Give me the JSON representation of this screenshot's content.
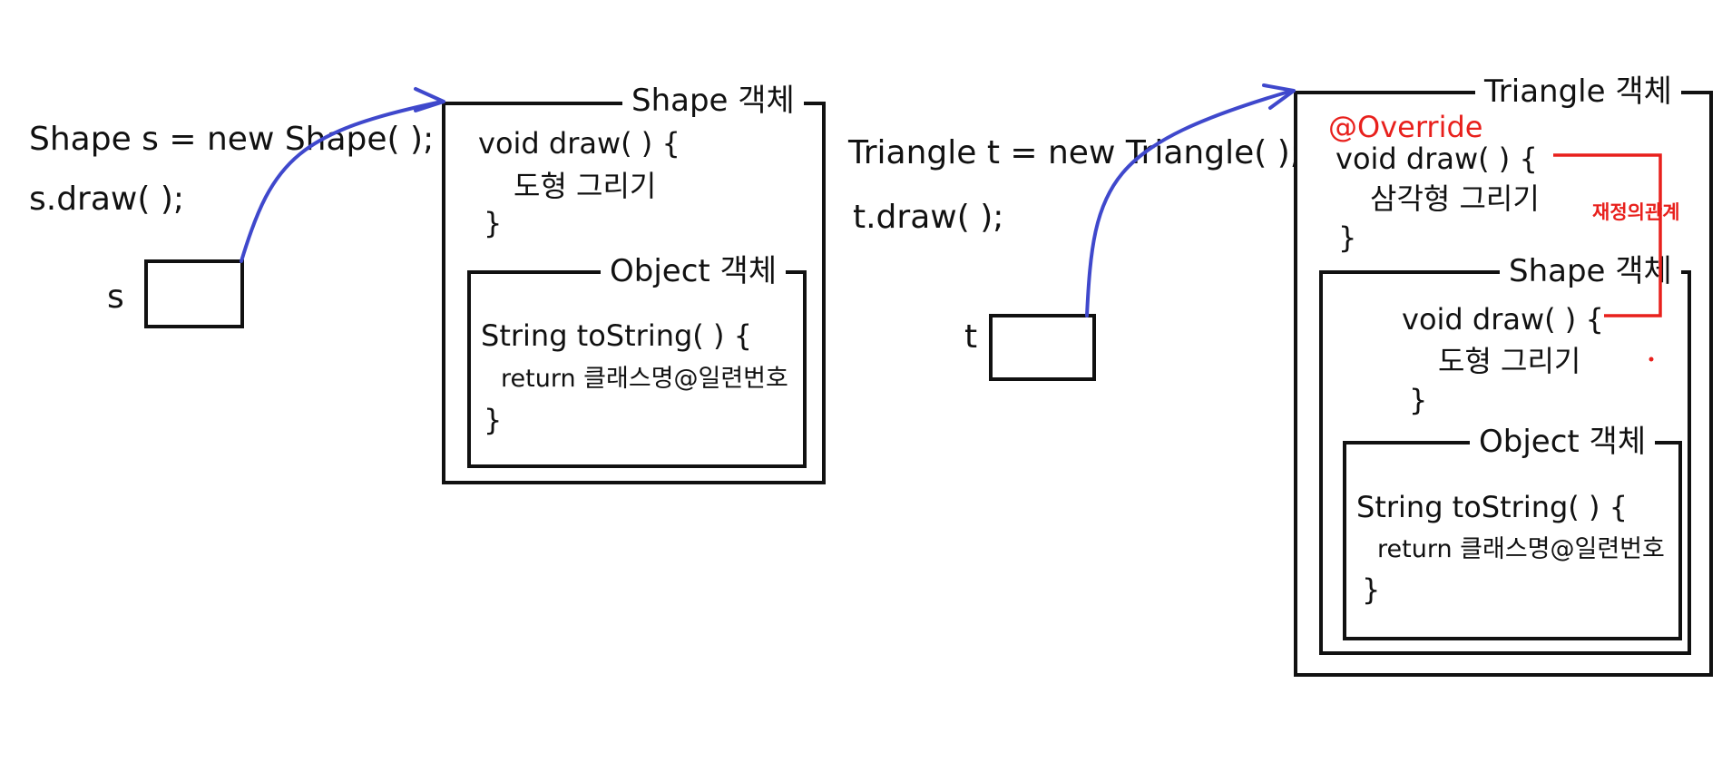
{
  "left": {
    "code_line1": "Shape s = new Shape( );",
    "code_line2": "s.draw( );",
    "var_name": "s",
    "shape_obj": {
      "label": "Shape 객체",
      "method_sig": "void draw( ) {",
      "method_body": "도형 그리기",
      "method_close": "}",
      "object_obj": {
        "label": "Object 객체",
        "method_sig": "String toString( ) {",
        "method_body": "return 클래스명@일련번호",
        "method_close": "}"
      }
    }
  },
  "right": {
    "code_line1": "Triangle t = new Triangle( );",
    "code_line2": "t.draw( );",
    "var_name": "t",
    "triangle_obj": {
      "label": "Triangle 객체",
      "annotation": "@Override",
      "method_sig": "void draw( ) {",
      "method_body": "삼각형 그리기",
      "method_close": "}",
      "override_relation": "재정의관계",
      "shape_obj": {
        "label": "Shape 객체",
        "method_sig": "void draw( ) {",
        "method_body": "도형 그리기",
        "method_close": "}",
        "object_obj": {
          "label": "Object 객체",
          "method_sig": "String toString( ) {",
          "method_body": "return 클래스명@일련번호",
          "method_close": "}"
        }
      }
    }
  },
  "colors": {
    "arrow": "#3f48cc",
    "override": "#e8201c",
    "line": "#111111"
  }
}
